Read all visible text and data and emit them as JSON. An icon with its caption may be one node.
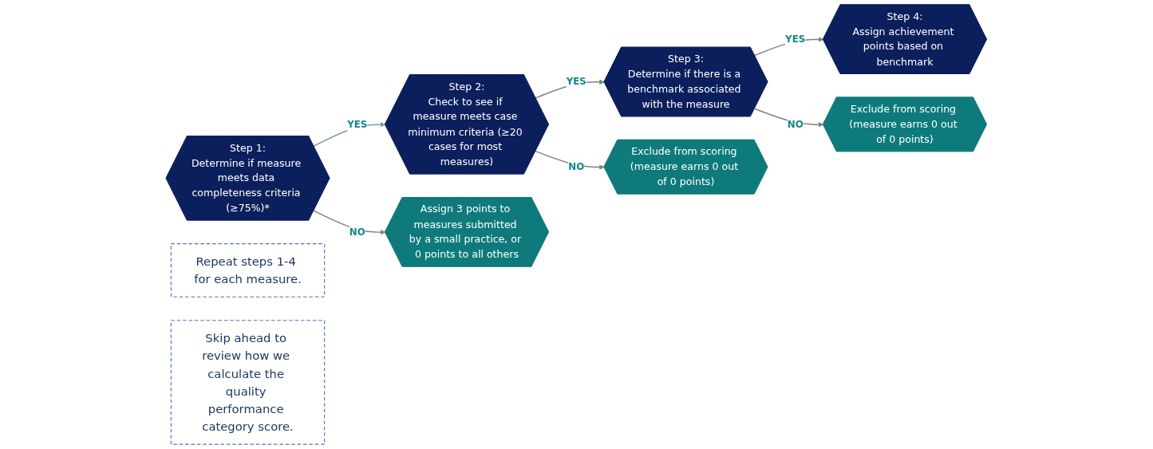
{
  "diagram": {
    "nodes": [
      {
        "text": [
          "Step 1:",
          "Determine if measure meets data completeness criteria (≥75%)*"
        ]
      },
      {
        "text": [
          "Step 2:",
          "Check to see if measure meets case minimum criteria (≥20 cases for most measures)"
        ]
      },
      {
        "text": [
          "Step 3:",
          "Determine if there is a benchmark associated with the measure"
        ]
      },
      {
        "text": [
          "Step 4:",
          "Assign achievement points based on benchmark"
        ]
      },
      {
        "text": [
          "Assign 3 points to measures submitted by a small practice, or 0 points to all others"
        ]
      },
      {
        "text": [
          "Exclude from scoring (measure earns 0 out of 0 points)"
        ]
      },
      {
        "text": [
          "Exclude from scoring (measure earns 0 out of 0 points)"
        ]
      },
      {
        "text": [
          "Repeat steps 1-4 for each measure."
        ]
      },
      {
        "text": [
          "Skip ahead to review how we calculate the quality performance category score."
        ]
      }
    ],
    "edges": [
      {
        "from": 0,
        "to": 1,
        "arrow": "to",
        "label": "YES",
        "color": "#7b98ad"
      },
      {
        "from": 1,
        "to": 2,
        "arrow": "to",
        "label": "YES"
      },
      {
        "from": 2,
        "to": 3,
        "arrow": "to",
        "label": "YES"
      },
      {
        "from": 0,
        "to": 4,
        "arrow": "to",
        "label": "NO"
      },
      {
        "from": 1,
        "to": 5,
        "arrow": "to",
        "label": "NO"
      },
      {
        "from": 2,
        "to": 6,
        "arrow": "to",
        "label": "NO"
      }
    ]
  }
}
